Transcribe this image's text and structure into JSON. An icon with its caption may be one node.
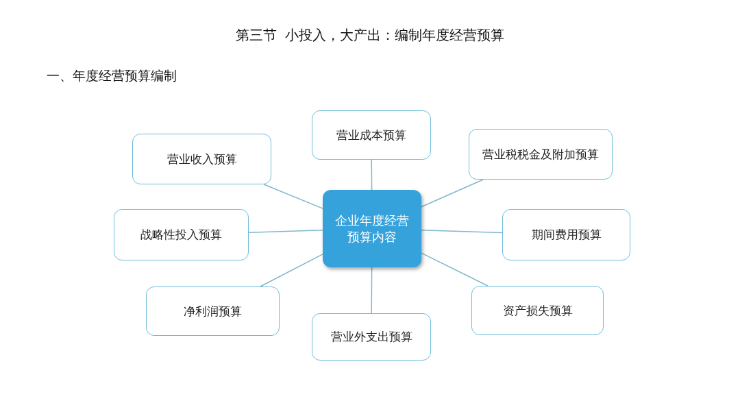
{
  "diagram": {
    "title": "第三节  小投入，大产出：编制年度经营预算",
    "nodes": [
      {
        "text": [
          "企业年度经营预算内容"
        ]
      },
      {
        "text": [
          "营业成本预算"
        ]
      },
      {
        "text": [
          "营业收入预算"
        ]
      },
      {
        "text": [
          "营业税税金及附加预算"
        ]
      },
      {
        "text": [
          "战略性投入预算"
        ]
      },
      {
        "text": [
          "期间费用预算"
        ]
      },
      {
        "text": [
          "净利润预算"
        ]
      },
      {
        "text": [
          "资产损失预算"
        ]
      },
      {
        "text": [
          "营业外支出预算"
        ]
      }
    ],
    "edges": [
      {
        "from": 0,
        "to": 1,
        "arrow": "none"
      },
      {
        "from": 0,
        "to": 2,
        "arrow": "none"
      },
      {
        "from": 0,
        "to": 3,
        "arrow": "none"
      },
      {
        "from": 0,
        "to": 4,
        "arrow": "none"
      },
      {
        "from": 0,
        "to": 5,
        "arrow": "none"
      },
      {
        "from": 0,
        "to": 6,
        "arrow": "none"
      },
      {
        "from": 0,
        "to": 7,
        "arrow": "none"
      },
      {
        "from": 0,
        "to": 8,
        "arrow": "none"
      }
    ],
    "labels": [
      "一、年度经营预算编制"
    ]
  }
}
